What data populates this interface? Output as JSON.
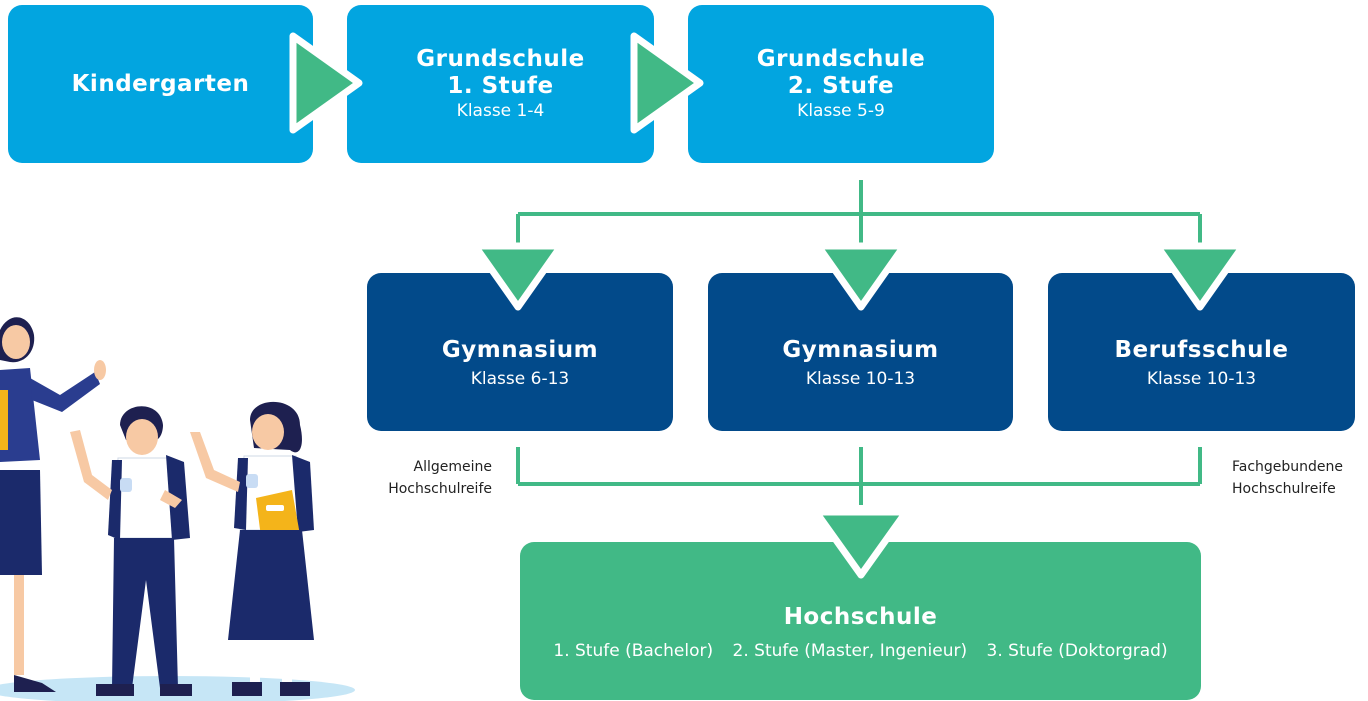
{
  "boxes": {
    "kindergarten": {
      "title": "Kindergarten"
    },
    "grundschule1": {
      "title1": "Grundschule",
      "title2": "1. Stufe",
      "sub": "Klasse 1-4"
    },
    "grundschule2": {
      "title1": "Grundschule",
      "title2": "2. Stufe",
      "sub": "Klasse 5-9"
    },
    "gymnasium1": {
      "title": "Gymnasium",
      "sub": "Klasse 6-13"
    },
    "gymnasium2": {
      "title": "Gymnasium",
      "sub": "Klasse 10-13"
    },
    "berufsschule": {
      "title": "Berufsschule",
      "sub": "Klasse 10-13"
    },
    "hochschule": {
      "title": "Hochschule",
      "stages": [
        "1. Stufe (Bachelor)",
        "2. Stufe (Master, Ingenieur)",
        "3. Stufe (Doktorgrad)"
      ]
    }
  },
  "notes": {
    "left": {
      "line1": "Allgemeine",
      "line2": "Hochschulreife"
    },
    "right": {
      "line1": "Fachgebundene",
      "line2": "Hochschulreife"
    }
  },
  "colors": {
    "light_blue": "#02a5e0",
    "dark_blue": "#024a8a",
    "green": "#41b986"
  },
  "illustration": "teacher-and-students-illustration"
}
